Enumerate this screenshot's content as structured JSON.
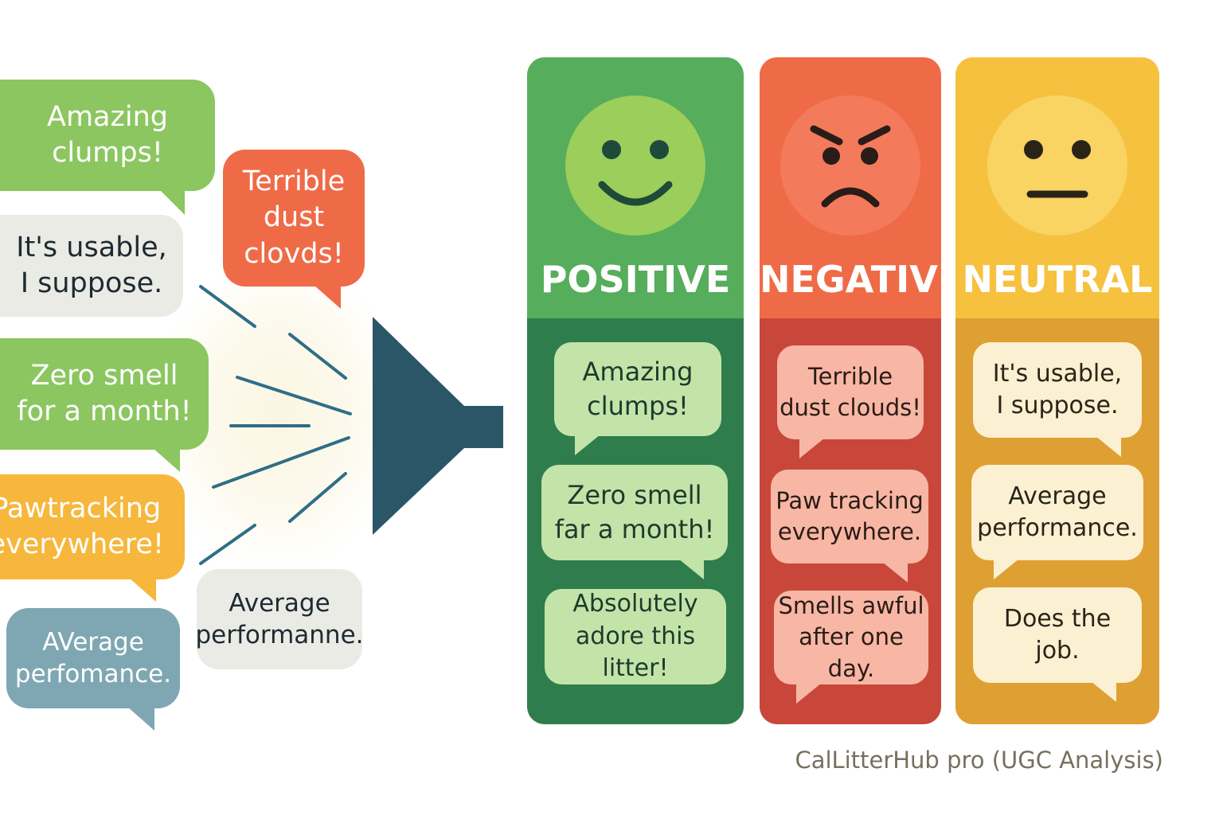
{
  "colors": {
    "positive_column": "#56ad5b",
    "positive_column_dark": "#2f7d4c",
    "negative_column": "#ef6b48",
    "negative_column_dark": "#c8473a",
    "neutral_column": "#f6c13e",
    "neutral_column_dark": "#dea032",
    "funnel": "#2a5668",
    "ray": "#2f6e86"
  },
  "input_reviews": [
    {
      "text": "Amazing\nclumps!",
      "color": "#8cc660",
      "text_color": "#ffffff"
    },
    {
      "text": "Terrible\ndust\nclovds!",
      "color": "#ef6b48",
      "text_color": "#ffffff"
    },
    {
      "text": "It's usable,\nI suppose.",
      "color": "#ebebe5",
      "text_color": "#1e2a32"
    },
    {
      "text": "Zero smell\nfor a month!",
      "color": "#8cc660",
      "text_color": "#ffffff"
    },
    {
      "text": "Pawtracking\neverywhere!",
      "color": "#f6b73c",
      "text_color": "#ffffff"
    },
    {
      "text": "Average\nperformanne.",
      "color": "#ebebe5",
      "text_color": "#1e2a32"
    },
    {
      "text": "AVerage\nperfomance.",
      "color": "#7fa7b3",
      "text_color": "#ffffff"
    }
  ],
  "categories": [
    {
      "title": "POSITIVE",
      "face": "happy-face-icon",
      "reviews": [
        "Amazing\nclumps!",
        "Zero smell\nfar a month!",
        "Absolutely\nadore this litter!"
      ]
    },
    {
      "title": "NEGATIVE",
      "face": "angry-face-icon",
      "reviews": [
        "Terrible\ndust clouds!",
        "Paw tracking\neverywhere.",
        "Smells awful\nafter one day."
      ]
    },
    {
      "title": "NEUTRAL",
      "face": "neutral-face-icon",
      "reviews": [
        "It's usable,\nI suppose.",
        "Average\nperformance.",
        "Does the\njob."
      ]
    }
  ],
  "footer": "CalLitterHub pro (UGC Analysis)"
}
